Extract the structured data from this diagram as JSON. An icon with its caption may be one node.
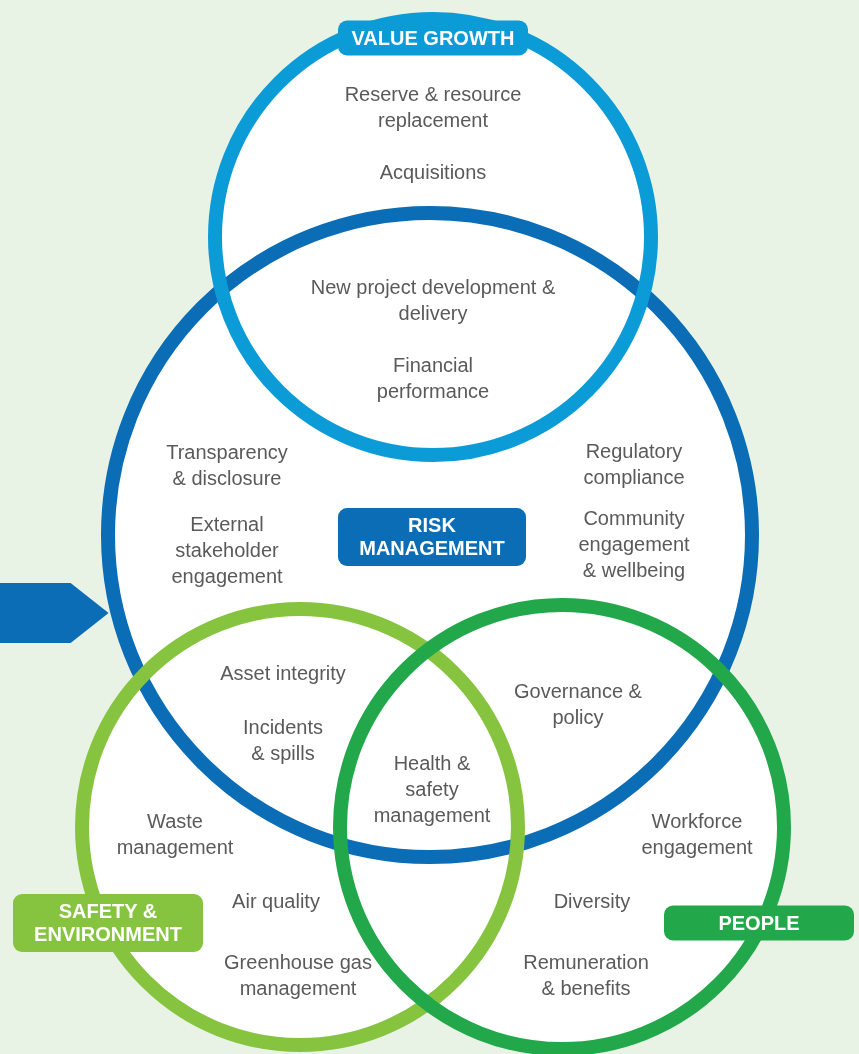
{
  "diagram": {
    "nodes": [
      {
        "text": [
          "VALUE GROWTH"
        ]
      },
      {
        "text": [
          "RISK MANAGEMENT"
        ]
      },
      {
        "text": [
          "SAFETY & ENVIRONMENT"
        ]
      },
      {
        "text": [
          "PEOPLE"
        ]
      }
    ],
    "edges": [
      {
        "from": null,
        "to": 1,
        "arrow": "to"
      }
    ],
    "labels": [
      "Reserve & resource replacement",
      "Acquisitions",
      "New project development & delivery",
      "Financial performance",
      "Transparency & disclosure",
      "Regulatory compliance",
      "External stakeholder engagement",
      "Community engagement & wellbeing",
      "Asset integrity",
      "Governance & policy",
      "Incidents & spills",
      "Health & safety management",
      "Waste management",
      "Workforce engagement",
      "Air quality",
      "Diversity",
      "Greenhouse gas management",
      "Remuneration & benefits"
    ]
  }
}
